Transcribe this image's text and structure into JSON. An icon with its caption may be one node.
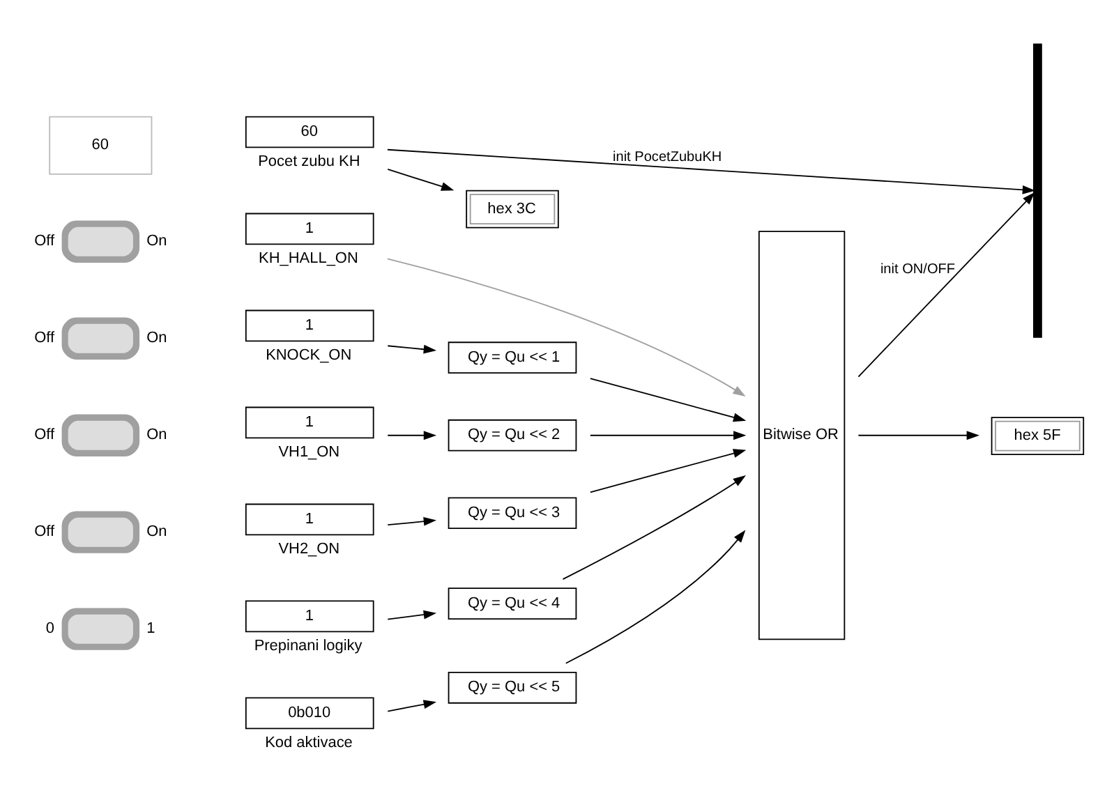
{
  "diagram": {
    "nodes": [
      {
        "text": [
          "hex 5F"
        ]
      },
      {
        "text": [],
        "shape": "toggle",
        "beside": [
          "Off",
          "On"
        ]
      },
      {
        "text": [
          "1"
        ],
        "beside": [
          "KH_HALL_ON"
        ]
      },
      {
        "text": [
          "Bitwise OR"
        ]
      },
      {
        "text": [],
        "shape": "toggle",
        "beside": [
          "Off",
          "On"
        ]
      },
      {
        "text": [
          "1"
        ],
        "beside": [
          "KNOCK_ON"
        ]
      },
      {
        "text": [
          "Qy = Qu << 1"
        ]
      },
      {
        "text": [],
        "shape": "toggle",
        "beside": [
          "Off",
          "On"
        ]
      },
      {
        "text": [
          "1"
        ],
        "beside": [
          "VH1_ON"
        ]
      },
      {
        "text": [
          "Qy = Qu << 2"
        ]
      },
      {
        "text": [],
        "shape": "toggle",
        "beside": [
          "Off",
          "On"
        ]
      },
      {
        "text": [
          "1"
        ],
        "beside": [
          "VH2_ON"
        ]
      },
      {
        "text": [
          "Qy = Qu << 3"
        ]
      },
      {
        "text": [],
        "shape": "toggle",
        "beside": [
          "0",
          "1"
        ]
      },
      {
        "text": [
          "1"
        ],
        "beside": [
          "Prepinani logiky"
        ]
      },
      {
        "text": [
          "Qy = Qu << 4"
        ]
      },
      {
        "text": [
          "0b010"
        ],
        "beside": [
          "Kod aktivace"
        ]
      },
      {
        "text": [
          "Qy = Qu << 5"
        ]
      },
      {
        "text": [],
        "shape": "bar"
      },
      {
        "text": [
          "60"
        ]
      },
      {
        "text": [
          "60"
        ],
        "beside": [
          "Pocet zubu KH"
        ]
      },
      {
        "text": [
          "hex 3C"
        ]
      }
    ],
    "edges": [
      {
        "from": 2,
        "to": 3,
        "arrow": "to",
        "color": "#a0a0a0"
      },
      {
        "from": 5,
        "to": 6,
        "arrow": "to"
      },
      {
        "from": 6,
        "to": 3,
        "arrow": "to"
      },
      {
        "from": 8,
        "to": 9,
        "arrow": "to"
      },
      {
        "from": 9,
        "to": 3,
        "arrow": "to"
      },
      {
        "from": 11,
        "to": 12,
        "arrow": "to"
      },
      {
        "from": 12,
        "to": 3,
        "arrow": "to"
      },
      {
        "from": 14,
        "to": 15,
        "arrow": "to"
      },
      {
        "from": 15,
        "to": 3,
        "arrow": "to"
      },
      {
        "from": 16,
        "to": 17,
        "arrow": "to"
      },
      {
        "from": 17,
        "to": 3,
        "arrow": "to"
      },
      {
        "from": 3,
        "to": 0,
        "arrow": "to"
      },
      {
        "from": 3,
        "to": 18,
        "arrow": "to",
        "label": "init ON/OFF"
      },
      {
        "from": 20,
        "to": 21,
        "arrow": "to"
      },
      {
        "from": 20,
        "to": 18,
        "arrow": "to",
        "label": "init PocetZubuKH"
      }
    ]
  }
}
